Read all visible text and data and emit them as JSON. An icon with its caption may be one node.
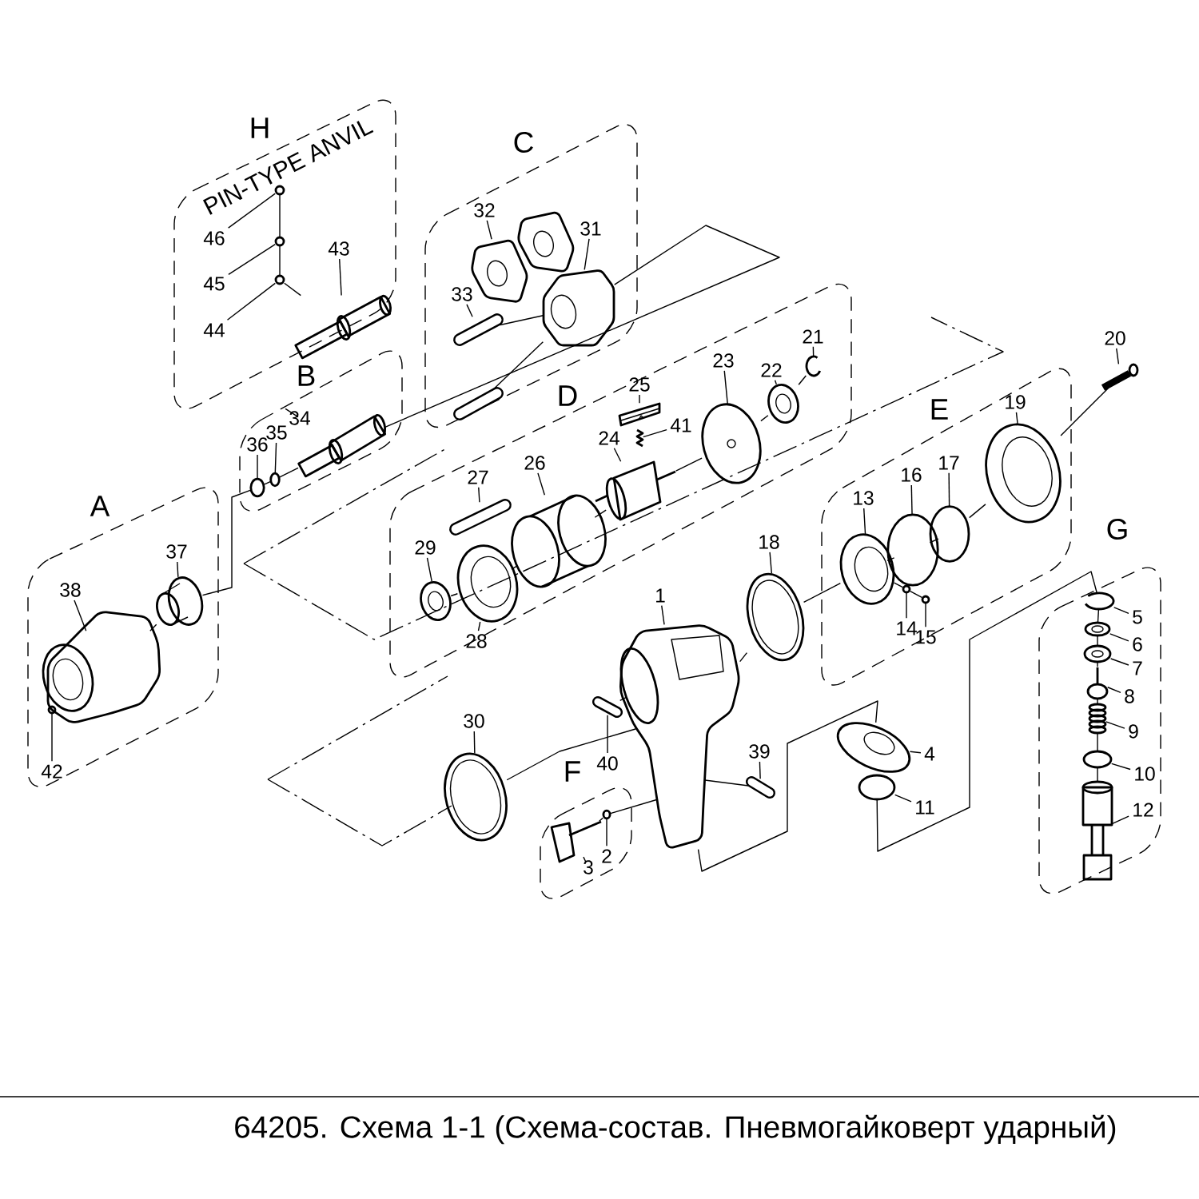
{
  "diagram": {
    "title": "64205. Схема 1-1 (Схема-состав. Пневмогайковерт ударный)",
    "nodes": [
      {
        "text": [
          "H",
          "PIN-TYPE ANVIL"
        ]
      },
      {
        "text": [
          "C"
        ]
      },
      {
        "text": [
          "B"
        ]
      },
      {
        "text": [
          "D"
        ]
      },
      {
        "text": [
          "E"
        ]
      },
      {
        "text": [
          "A"
        ]
      },
      {
        "text": [
          "G"
        ]
      },
      {
        "text": [
          "F"
        ]
      },
      {
        "text": [
          "46"
        ],
        "in": 0
      },
      {
        "text": [
          "45"
        ],
        "in": 0
      },
      {
        "text": [
          "44"
        ],
        "in": 0
      },
      {
        "text": [
          "43"
        ],
        "in": 0
      },
      {
        "text": [
          "32"
        ],
        "in": 1
      },
      {
        "text": [
          "31"
        ],
        "in": 1
      },
      {
        "text": [
          "33"
        ],
        "in": 1
      },
      {
        "text": [
          "36"
        ],
        "in": 2
      },
      {
        "text": [
          "35"
        ],
        "in": 2
      },
      {
        "text": [
          "34"
        ],
        "in": 2
      },
      {
        "text": [
          "25"
        ],
        "in": 3
      },
      {
        "text": [
          "41"
        ],
        "in": 3
      },
      {
        "text": [
          "24"
        ],
        "in": 3
      },
      {
        "text": [
          "23"
        ],
        "in": 3
      },
      {
        "text": [
          "22"
        ],
        "in": 3
      },
      {
        "text": [
          "21"
        ],
        "in": 3
      },
      {
        "text": [
          "27"
        ],
        "in": 3
      },
      {
        "text": [
          "26"
        ],
        "in": 3
      },
      {
        "text": [
          "29"
        ],
        "in": 3
      },
      {
        "text": [
          "28"
        ],
        "in": 3
      },
      {
        "text": [
          "13"
        ],
        "in": 4
      },
      {
        "text": [
          "16"
        ],
        "in": 4
      },
      {
        "text": [
          "17"
        ],
        "in": 4
      },
      {
        "text": [
          "19"
        ],
        "in": 4
      },
      {
        "text": [
          "14"
        ],
        "in": 4
      },
      {
        "text": [
          "15"
        ],
        "in": 4
      },
      {
        "text": [
          "38"
        ],
        "in": 5
      },
      {
        "text": [
          "37"
        ],
        "in": 5
      },
      {
        "text": [
          "42"
        ],
        "in": 5
      },
      {
        "text": [
          "5"
        ],
        "in": 6
      },
      {
        "text": [
          "6"
        ],
        "in": 6
      },
      {
        "text": [
          "7"
        ],
        "in": 6
      },
      {
        "text": [
          "8"
        ],
        "in": 6
      },
      {
        "text": [
          "9"
        ],
        "in": 6
      },
      {
        "text": [
          "10"
        ],
        "in": 6
      },
      {
        "text": [
          "12"
        ],
        "in": 6
      },
      {
        "text": [
          "3"
        ],
        "in": 7
      },
      {
        "text": [
          "2"
        ],
        "in": 7
      },
      {
        "text": [
          "20"
        ]
      },
      {
        "text": [
          "1"
        ]
      },
      {
        "text": [
          "18"
        ]
      },
      {
        "text": [
          "30"
        ]
      },
      {
        "text": [
          "40"
        ]
      },
      {
        "text": [
          "39"
        ]
      },
      {
        "text": [
          "4"
        ]
      },
      {
        "text": [
          "11"
        ]
      },
      {
        "text": [],
        "shape": "circle",
        "in": 0
      },
      {
        "text": [],
        "shape": "circle",
        "in": 0
      },
      {
        "text": [],
        "shape": "circle",
        "in": 0
      },
      {
        "text": [],
        "shape": "picture",
        "in": 0
      },
      {
        "text": [],
        "shape": "picture",
        "in": 2
      },
      {
        "text": [],
        "shape": "circle",
        "in": 2
      },
      {
        "text": [],
        "shape": "circle",
        "in": 2
      },
      {
        "text": [],
        "shape": "picture",
        "in": 1
      },
      {
        "text": [],
        "shape": "picture",
        "in": 1
      },
      {
        "text": [],
        "shape": "picture",
        "in": 1
      },
      {
        "text": [],
        "shape": "picture",
        "in": 1
      },
      {
        "text": [],
        "shape": "picture",
        "in": 1
      },
      {
        "text": [],
        "shape": "picture",
        "in": 3
      },
      {
        "text": [],
        "shape": "picture",
        "in": 3
      },
      {
        "text": [],
        "shape": "picture",
        "in": 3
      },
      {
        "text": [],
        "shape": "picture",
        "in": 3
      },
      {
        "text": [],
        "shape": "picture",
        "in": 3
      },
      {
        "text": [],
        "shape": "picture",
        "in": 3
      },
      {
        "text": [],
        "shape": "picture",
        "in": 3
      },
      {
        "text": [],
        "shape": "picture",
        "in": 3
      },
      {
        "text": [],
        "shape": "picture",
        "in": 3
      },
      {
        "text": [],
        "shape": "picture",
        "in": 3
      },
      {
        "text": [],
        "shape": "picture",
        "in": 5
      },
      {
        "text": [],
        "shape": "picture",
        "in": 5
      },
      {
        "text": [],
        "shape": "circle",
        "in": 5
      },
      {
        "text": [],
        "shape": "picture"
      },
      {
        "text": [],
        "shape": "picture",
        "in": 4
      },
      {
        "text": [],
        "shape": "circle",
        "in": 4
      },
      {
        "text": [],
        "shape": "circle",
        "in": 4
      },
      {
        "text": [],
        "shape": "picture",
        "in": 4
      },
      {
        "text": [],
        "shape": "picture"
      },
      {
        "text": [],
        "shape": "circle",
        "in": 4
      },
      {
        "text": [],
        "shape": "circle",
        "in": 4
      },
      {
        "text": [],
        "shape": "picture"
      },
      {
        "text": [],
        "shape": "picture"
      },
      {
        "text": [],
        "shape": "picture"
      },
      {
        "text": [],
        "shape": "picture"
      },
      {
        "text": [],
        "shape": "picture",
        "in": 7
      },
      {
        "text": [],
        "shape": "circle",
        "in": 7
      },
      {
        "text": [],
        "shape": "picture"
      },
      {
        "text": [],
        "shape": "circle"
      },
      {
        "text": [],
        "shape": "picture",
        "in": 6
      },
      {
        "text": [],
        "shape": "picture",
        "in": 6
      },
      {
        "text": [],
        "shape": "picture",
        "in": 6
      },
      {
        "text": [],
        "shape": "picture",
        "in": 6
      },
      {
        "text": [],
        "shape": "picture",
        "in": 6
      },
      {
        "text": [],
        "shape": "circle",
        "in": 6
      },
      {
        "text": [],
        "shape": "picture",
        "in": 6
      }
    ],
    "edges": [
      {
        "from": 8,
        "to": 54,
        "arrow": "none"
      },
      {
        "from": 9,
        "to": 55,
        "arrow": "none"
      },
      {
        "from": 10,
        "to": 56,
        "arrow": "none"
      },
      {
        "from": 11,
        "to": 57,
        "arrow": "none"
      },
      {
        "from": 12,
        "to": 61,
        "arrow": "none"
      },
      {
        "from": 13,
        "to": 63,
        "arrow": "none"
      },
      {
        "from": 14,
        "to": 64,
        "arrow": "none"
      },
      {
        "from": 15,
        "to": 59,
        "arrow": "none"
      },
      {
        "from": 16,
        "to": 60,
        "arrow": "none"
      },
      {
        "from": 17,
        "to": 58,
        "arrow": "none"
      },
      {
        "from": 18,
        "to": 66,
        "arrow": "none"
      },
      {
        "from": 19,
        "to": 67,
        "arrow": "none"
      },
      {
        "from": 20,
        "to": 68,
        "arrow": "none"
      },
      {
        "from": 21,
        "to": 69,
        "arrow": "none"
      },
      {
        "from": 22,
        "to": 70,
        "arrow": "none"
      },
      {
        "from": 23,
        "to": 71,
        "arrow": "none"
      },
      {
        "from": 24,
        "to": 72,
        "arrow": "none"
      },
      {
        "from": 25,
        "to": 73,
        "arrow": "none"
      },
      {
        "from": 26,
        "to": 75,
        "arrow": "none"
      },
      {
        "from": 27,
        "to": 74,
        "arrow": "none"
      },
      {
        "from": 28,
        "to": 80,
        "arrow": "none"
      },
      {
        "from": 29,
        "to": 81,
        "arrow": "none"
      },
      {
        "from": 30,
        "to": 82,
        "arrow": "none"
      },
      {
        "from": 31,
        "to": 83,
        "arrow": "none"
      },
      {
        "from": 32,
        "to": 85,
        "arrow": "none"
      },
      {
        "from": 33,
        "to": 86,
        "arrow": "none"
      },
      {
        "from": 34,
        "to": 76,
        "arrow": "none"
      },
      {
        "from": 35,
        "to": 77,
        "arrow": "none"
      },
      {
        "from": 36,
        "to": 78,
        "arrow": "none"
      },
      {
        "from": 37,
        "to": 95,
        "arrow": "none"
      },
      {
        "from": 38,
        "to": 96,
        "arrow": "none"
      },
      {
        "from": 39,
        "to": 97,
        "arrow": "none"
      },
      {
        "from": 40,
        "to": 98,
        "arrow": "none"
      },
      {
        "from": 41,
        "to": 99,
        "arrow": "none"
      },
      {
        "from": 42,
        "to": 100,
        "arrow": "none"
      },
      {
        "from": 43,
        "to": 101,
        "arrow": "none"
      },
      {
        "from": 44,
        "to": 91,
        "arrow": "none"
      },
      {
        "from": 45,
        "to": 92,
        "arrow": "none"
      },
      {
        "from": 46,
        "to": 84,
        "arrow": "none"
      },
      {
        "from": 47,
        "to": 87,
        "arrow": "none"
      },
      {
        "from": 48,
        "to": 79,
        "arrow": "none"
      },
      {
        "from": 49,
        "to": 88,
        "arrow": "none"
      },
      {
        "from": 50,
        "to": 89,
        "arrow": "none"
      },
      {
        "from": 51,
        "to": 90,
        "arrow": "none"
      },
      {
        "from": 52,
        "to": 93,
        "arrow": "none"
      },
      {
        "from": 53,
        "to": 94,
        "arrow": "none"
      },
      {
        "from": 87,
        "to": 93,
        "arrow": "none"
      },
      {
        "from": 94,
        "to": 95,
        "arrow": "none"
      },
      {
        "from": 83,
        "to": 84,
        "arrow": "none"
      },
      {
        "from": 77,
        "to": 59,
        "arrow": "none"
      },
      {
        "from": 76,
        "to": 77,
        "arrow": "none"
      },
      {
        "from": 63,
        "to": 58,
        "arrow": "none"
      },
      {
        "from": 54,
        "to": 55,
        "arrow": "none"
      },
      {
        "from": 55,
        "to": 56,
        "arrow": "none"
      },
      {
        "from": 56,
        "to": 57,
        "arrow": "none"
      },
      {
        "from": 59,
        "to": 60,
        "arrow": "none"
      },
      {
        "from": 60,
        "to": 58,
        "arrow": "none"
      },
      {
        "from": 75,
        "to": 74,
        "arrow": "none"
      },
      {
        "from": 74,
        "to": 73,
        "arrow": "none"
      },
      {
        "from": 73,
        "to": 68,
        "arrow": "none"
      },
      {
        "from": 68,
        "to": 69,
        "arrow": "none"
      },
      {
        "from": 69,
        "to": 70,
        "arrow": "none"
      },
      {
        "from": 70,
        "to": 71,
        "arrow": "none"
      },
      {
        "from": 79,
        "to": 80,
        "arrow": "none"
      },
      {
        "from": 80,
        "to": 81,
        "arrow": "none"
      },
      {
        "from": 81,
        "to": 82,
        "arrow": "none"
      },
      {
        "from": 82,
        "to": 83,
        "arrow": "none"
      },
      {
        "from": 64,
        "to": 63,
        "arrow": "none"
      },
      {
        "from": 65,
        "to": 63,
        "arrow": "none"
      },
      {
        "from": 95,
        "to": 96,
        "arrow": "none"
      },
      {
        "from": 96,
        "to": 97,
        "arrow": "none"
      },
      {
        "from": 97,
        "to": 98,
        "arrow": "none"
      },
      {
        "from": 98,
        "to": 99,
        "arrow": "none"
      },
      {
        "from": 99,
        "to": 100,
        "arrow": "none"
      },
      {
        "from": 100,
        "to": 101,
        "arrow": "none"
      },
      {
        "from": 91,
        "to": 92,
        "arrow": "none"
      },
      {
        "from": 92,
        "to": 87,
        "arrow": "none"
      },
      {
        "from": 88,
        "to": 87,
        "arrow": "none"
      },
      {
        "from": 87,
        "to": 79,
        "arrow": "none"
      },
      {
        "from": 89,
        "to": 87,
        "arrow": "none"
      },
      {
        "from": 90,
        "to": 87,
        "arrow": "none"
      },
      {
        "from": 80,
        "to": 85,
        "arrow": "none"
      },
      {
        "from": 85,
        "to": 86,
        "arrow": "none"
      }
    ]
  }
}
